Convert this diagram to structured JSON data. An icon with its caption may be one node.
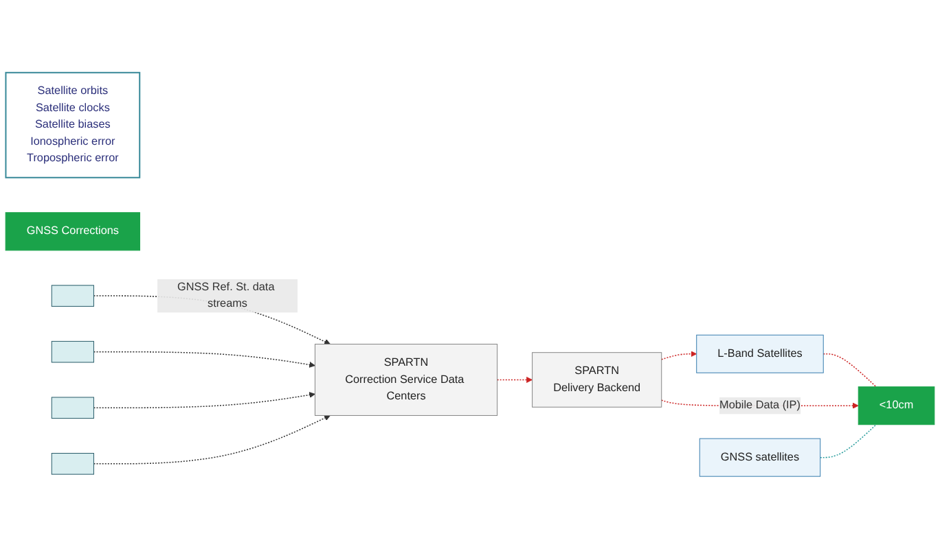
{
  "diagram": {
    "nodes": [
      {
        "text": [
          "L-Band Satellites"
        ]
      },
      {
        "text": [
          "GNSS satellites"
        ]
      },
      {
        "text": [
          "Satellite orbits",
          "Satellite clocks",
          "Satellite biases",
          "Ionospheric error",
          "Tropospheric error"
        ]
      },
      {
        "text": [
          "GNSS Corrections"
        ]
      },
      {
        "text": [
          "SPARTN",
          "Delivery Backend"
        ]
      },
      {
        "text": [
          "SPARTN",
          "Correction Service Data Centers"
        ]
      },
      {
        "text": [
          "<10cm"
        ]
      },
      {
        "text": [],
        "shape": "box"
      },
      {
        "text": [],
        "shape": "box"
      },
      {
        "text": [],
        "shape": "box"
      },
      {
        "text": [],
        "shape": "box"
      }
    ],
    "edges": [
      {
        "from": 5,
        "to": 4,
        "arrow": "to",
        "style": "dashed",
        "color": "#cc2222"
      },
      {
        "from": 4,
        "to": 0,
        "arrow": "to",
        "style": "dashed",
        "color": "#cc2222"
      },
      {
        "from": 0,
        "to": 6,
        "arrow": "none",
        "style": "dashed",
        "color": "#cc2222"
      },
      {
        "from": 4,
        "to": 6,
        "arrow": "to",
        "label": "Mobile Data (IP)",
        "style": "dashed",
        "color": "#cc2222"
      },
      {
        "from": 1,
        "to": 6,
        "arrow": "none",
        "style": "dashed",
        "color": "#2a9d9d"
      },
      {
        "from": 7,
        "to": 5,
        "arrow": "to",
        "label": "GNSS Ref. St. data streams",
        "style": "dashed",
        "color": "#333333"
      },
      {
        "from": 8,
        "to": 5,
        "arrow": "to",
        "style": "dashed",
        "color": "#333333"
      },
      {
        "from": 9,
        "to": 5,
        "arrow": "to",
        "style": "dashed",
        "color": "#333333"
      },
      {
        "from": 10,
        "to": 5,
        "arrow": "to",
        "style": "dashed",
        "color": "#333333"
      }
    ]
  }
}
